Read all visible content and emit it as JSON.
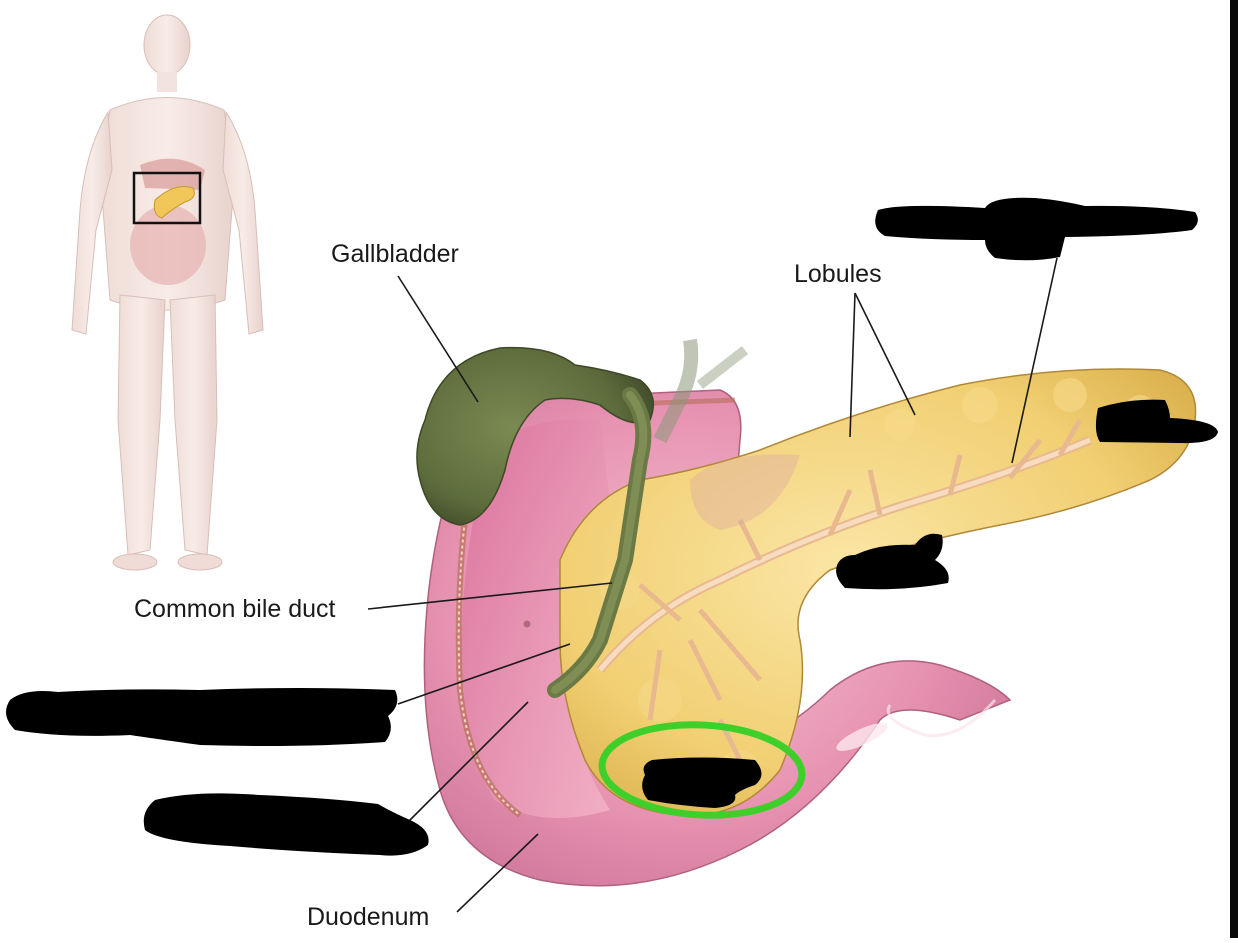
{
  "labels": {
    "gallbladder": "Gallbladder",
    "lobules": "Lobules",
    "common_bile_duct": "Common bile duct",
    "duodenum": "Duodenum"
  },
  "colors": {
    "highlight_ring": "#3fcf2a",
    "redaction": "#000000",
    "gallbladder": "#5e6e3e",
    "pancreas": "#f2d27a",
    "duodenum": "#e79ab4",
    "locator_box": "#111111"
  },
  "redacted_label_count": 6,
  "figure_locator": {
    "highlighted_organ": "pancreas"
  }
}
